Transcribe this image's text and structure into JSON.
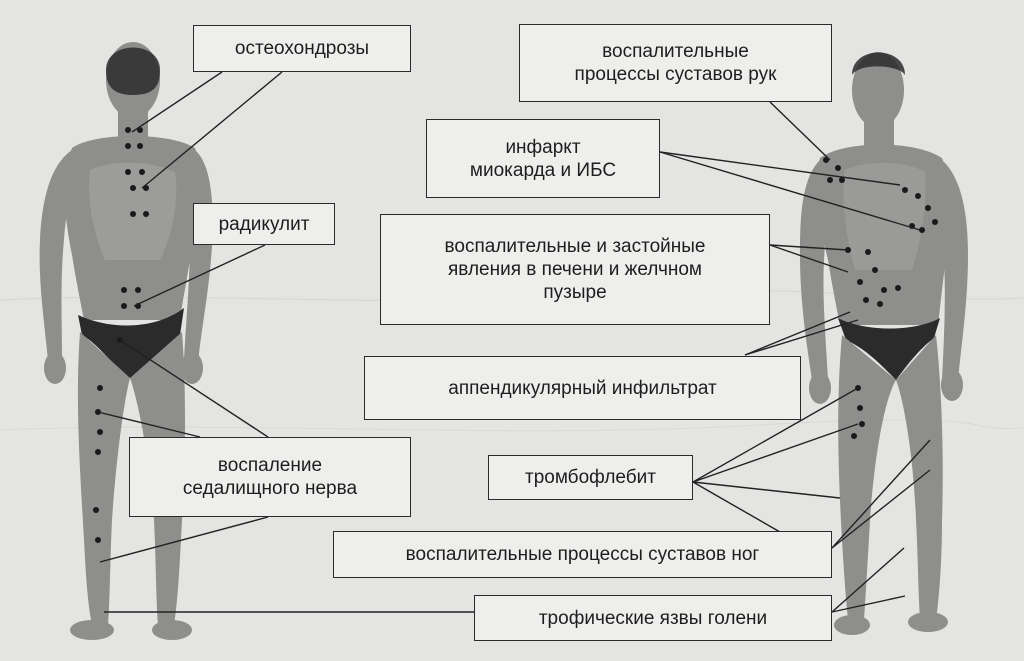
{
  "labels": {
    "osteochondrosis": "остеохондрозы",
    "arm_joints": "воспалительные\nпроцессы суставов рук",
    "infarction": "инфаркт\nмиокарда и ИБС",
    "radiculitis": "радикулит",
    "liver": "воспалительные и застойные\nявления в печени и желчном\nпузыре",
    "appendicular": "аппендикулярный инфильтрат",
    "sciatic": "воспаление\nседалищного нерва",
    "thrombophlebitis": "тромбофлебит",
    "leg_joints": "воспалительные процессы суставов ног",
    "ulcers": "трофические язвы голени"
  }
}
